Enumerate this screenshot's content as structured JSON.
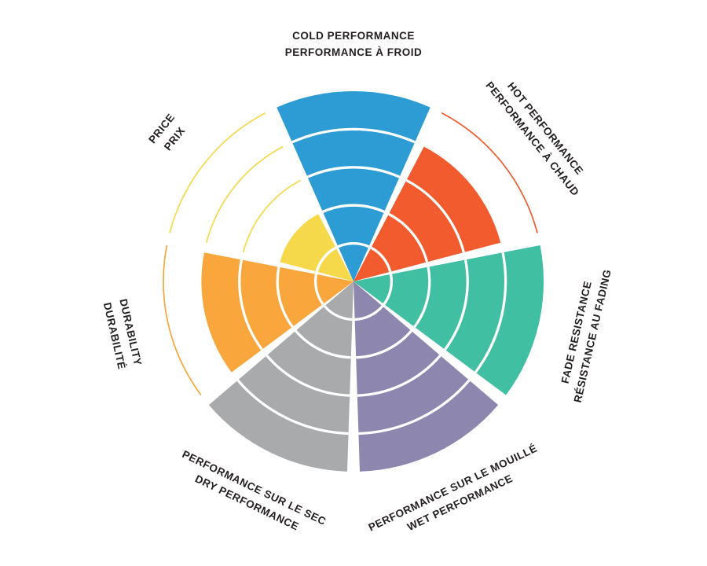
{
  "chart_data": {
    "type": "polar-wheel",
    "title": "",
    "rings": 5,
    "value_range": [
      0,
      5
    ],
    "legend": "none",
    "categories": [
      {
        "id": "cold-performance",
        "label_line1": "COLD PERFORMANCE",
        "label_line2": "PERFORMANCE À FROID",
        "value": 5,
        "color": "#2D9CD5"
      },
      {
        "id": "hot-performance",
        "label_line1": "HOT PERFORMANCE",
        "label_line2": "PERFORMANCE À CHAUD",
        "value": 4,
        "color": "#F15B2D"
      },
      {
        "id": "fade-resistance",
        "label_line1": "FADE RESISTANCE",
        "label_line2": "RÉSISTANCE AU FADING",
        "value": 5,
        "color": "#40BFA3"
      },
      {
        "id": "wet-performance",
        "label_line1": "PERFORMANCE SUR LE MOUILLÉ",
        "label_line2": "WET PERFORMANCE",
        "value": 5,
        "color": "#8D86AF"
      },
      {
        "id": "dry-performance",
        "label_line1": "PERFORMANCE SUR LE SEC",
        "label_line2": "DRY PERFORMANCE",
        "value": 5,
        "color": "#A9AAAC"
      },
      {
        "id": "durability",
        "label_line1": "DURABILITY",
        "label_line2": "DURABILITÉ",
        "value": 4,
        "color": "#F9A63C"
      },
      {
        "id": "price",
        "label_line1": "PRICE",
        "label_line2": "PRIX",
        "value": 2,
        "color": "#F6D94B"
      }
    ]
  }
}
